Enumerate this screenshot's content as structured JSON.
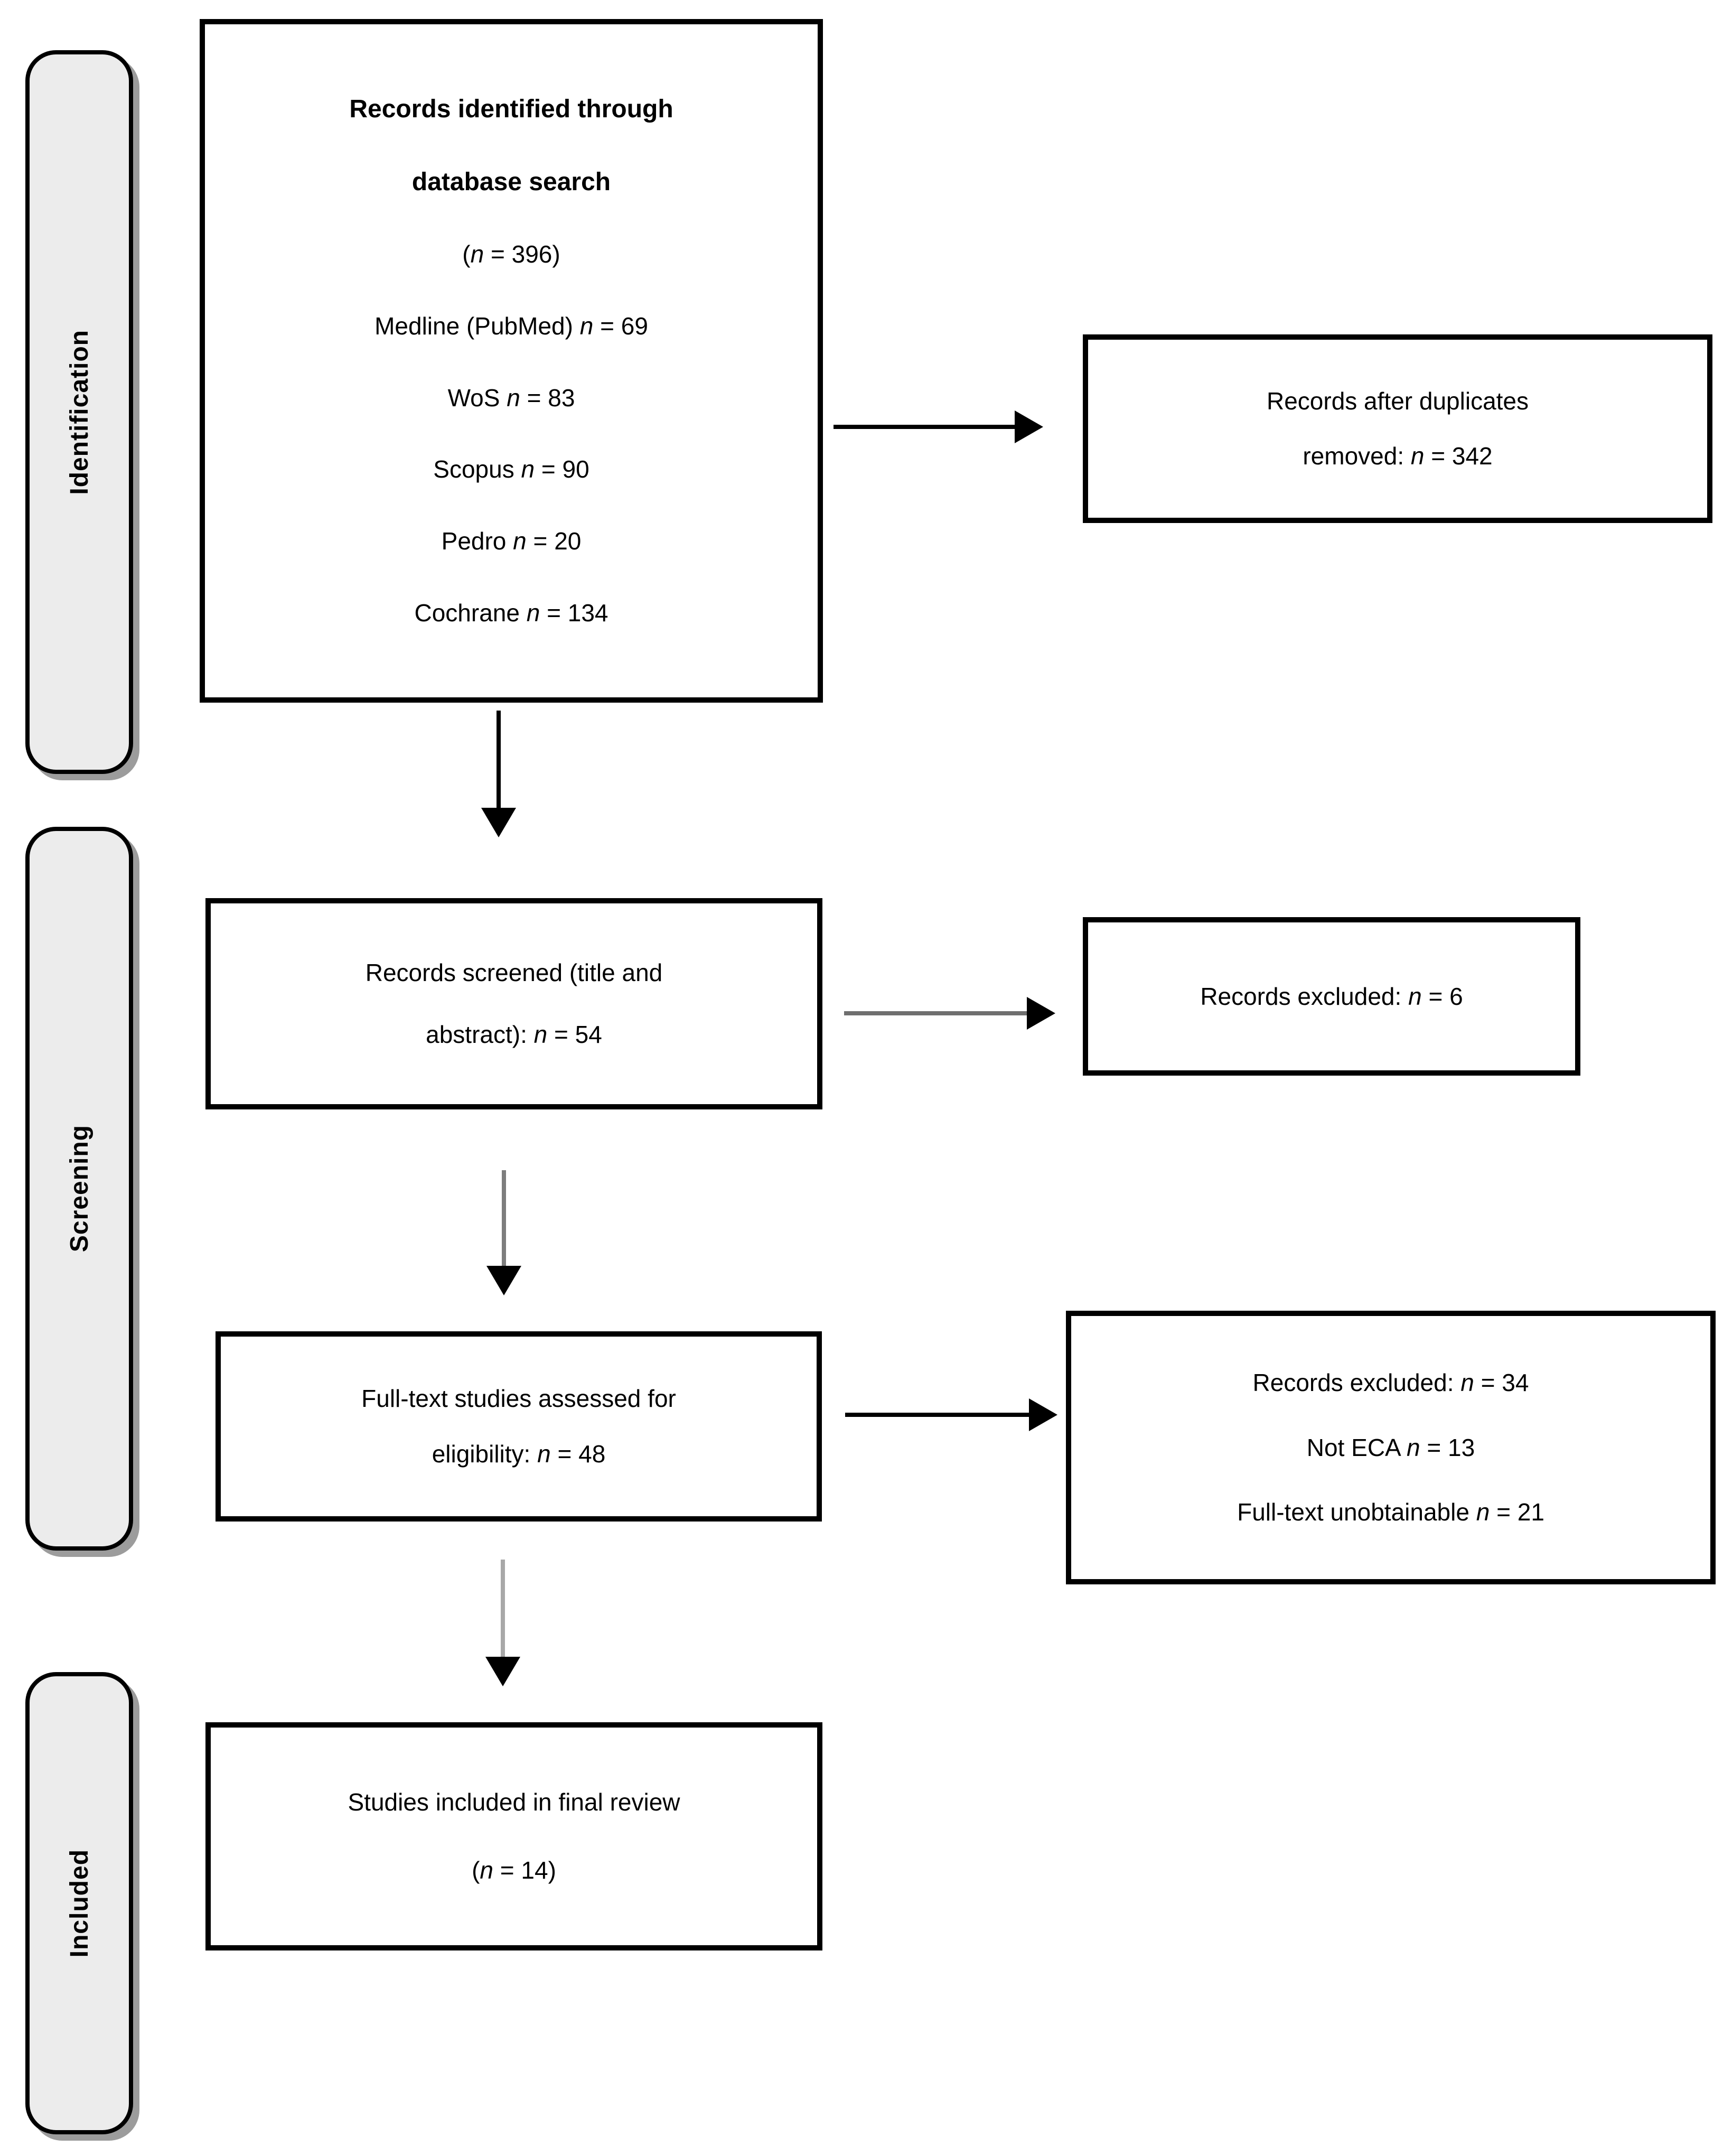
{
  "stages": [
    {
      "label": "Identification"
    },
    {
      "label": "Screening"
    },
    {
      "label": "Included"
    }
  ],
  "boxes": {
    "identified": {
      "lines": [
        {
          "bold": true,
          "parts": [
            {
              "t": "Records identified through"
            }
          ]
        },
        {
          "bold": true,
          "parts": [
            {
              "t": "database search"
            }
          ]
        },
        {
          "bold": false,
          "parts": [
            {
              "t": "("
            },
            {
              "t": "n",
              "i": true
            },
            {
              "t": " = 396)"
            }
          ]
        },
        {
          "bold": false,
          "parts": [
            {
              "t": "Medline (PubMed) "
            },
            {
              "t": "n",
              "i": true
            },
            {
              "t": " = 69"
            }
          ]
        },
        {
          "bold": false,
          "parts": [
            {
              "t": "WoS "
            },
            {
              "t": "n",
              "i": true
            },
            {
              "t": " = 83"
            }
          ]
        },
        {
          "bold": false,
          "parts": [
            {
              "t": "Scopus "
            },
            {
              "t": "n",
              "i": true
            },
            {
              "t": " = 90"
            }
          ]
        },
        {
          "bold": false,
          "parts": [
            {
              "t": "Pedro "
            },
            {
              "t": "n",
              "i": true
            },
            {
              "t": " = 20"
            }
          ]
        },
        {
          "bold": false,
          "parts": [
            {
              "t": "Cochrane "
            },
            {
              "t": "n",
              "i": true
            },
            {
              "t": " = 134"
            }
          ]
        }
      ]
    },
    "duplicates_removed": {
      "lines": [
        {
          "parts": [
            {
              "t": "Records after duplicates"
            }
          ]
        },
        {
          "parts": [
            {
              "t": "removed: "
            },
            {
              "t": "n",
              "i": true
            },
            {
              "t": " = 342"
            }
          ]
        }
      ]
    },
    "screened": {
      "lines": [
        {
          "parts": [
            {
              "t": "Records screened (title and"
            }
          ]
        },
        {
          "parts": [
            {
              "t": "abstract): "
            },
            {
              "t": "n",
              "i": true
            },
            {
              "t": " = 54"
            }
          ]
        }
      ]
    },
    "excluded_screening": {
      "lines": [
        {
          "parts": [
            {
              "t": "Records excluded: "
            },
            {
              "t": "n",
              "i": true
            },
            {
              "t": " = 6"
            }
          ]
        }
      ]
    },
    "fulltext_assessed": {
      "lines": [
        {
          "parts": [
            {
              "t": "Full-text studies assessed for"
            }
          ]
        },
        {
          "parts": [
            {
              "t": "eligibility: "
            },
            {
              "t": "n",
              "i": true
            },
            {
              "t": " = 48"
            }
          ]
        }
      ]
    },
    "excluded_fulltext": {
      "lines": [
        {
          "parts": [
            {
              "t": "Records excluded: "
            },
            {
              "t": "n",
              "i": true
            },
            {
              "t": " = 34"
            }
          ]
        },
        {
          "parts": [
            {
              "t": "Not ECA "
            },
            {
              "t": "n",
              "i": true
            },
            {
              "t": " = 13"
            }
          ]
        },
        {
          "parts": [
            {
              "t": "Full-text unobtainable "
            },
            {
              "t": "n",
              "i": true
            },
            {
              "t": " = 21"
            }
          ]
        }
      ]
    },
    "included_final": {
      "lines": [
        {
          "parts": [
            {
              "t": "Studies included in final review"
            }
          ]
        },
        {
          "parts": [
            {
              "t": "("
            },
            {
              "t": "n",
              "i": true
            },
            {
              "t": " = 14)"
            }
          ]
        }
      ]
    }
  },
  "arrows": [
    {
      "from": "records-identified",
      "to": "duplicates-removed",
      "direction": "right",
      "color": "#000000"
    },
    {
      "from": "records-identified",
      "to": "records-screened",
      "direction": "down",
      "color": "#000000"
    },
    {
      "from": "records-screened",
      "to": "records-excluded-screening",
      "direction": "right",
      "color": "#6f6f6f"
    },
    {
      "from": "records-screened",
      "to": "fulltext-assessed",
      "direction": "down",
      "color": "#7d7d7d"
    },
    {
      "from": "fulltext-assessed",
      "to": "records-excluded-fulltext",
      "direction": "right",
      "color": "#000000"
    },
    {
      "from": "fulltext-assessed",
      "to": "studies-included-final",
      "direction": "down",
      "color": "#a8a8a8"
    }
  ],
  "colors": {
    "box_border": "#000000",
    "text": "#000000",
    "stage_fill": "#ececec",
    "stage_shadow": "#9c9c9c",
    "arrow_black": "#000000",
    "arrow_gray": "#6f6f6f",
    "arrow_light_gray": "#a8a8a8"
  }
}
